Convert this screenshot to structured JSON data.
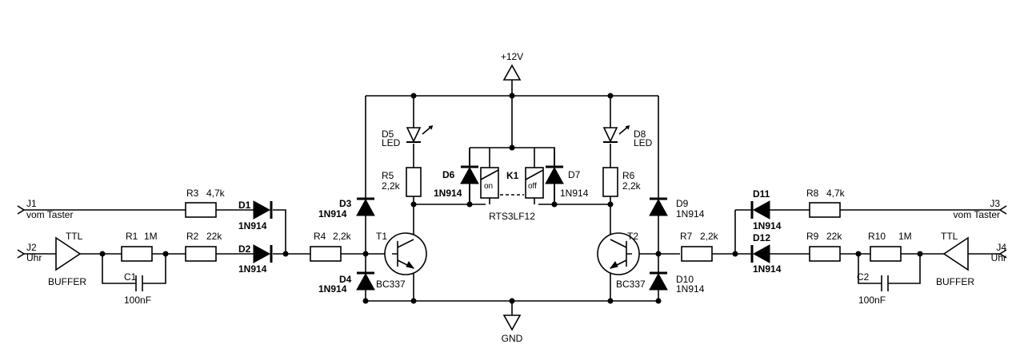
{
  "rails": {
    "vcc": "+12V",
    "gnd": "GND"
  },
  "connectors": {
    "j1": {
      "ref": "J1",
      "label": "vom Taster"
    },
    "j2": {
      "ref": "J2",
      "label": "Uhr"
    },
    "j3": {
      "ref": "J3",
      "label": "vom Taster"
    },
    "j4": {
      "ref": "J4",
      "label": "Uhr"
    }
  },
  "buffers": {
    "left": {
      "type": "TTL",
      "name": "BUFFER"
    },
    "right": {
      "type": "TTL",
      "name": "BUFFER"
    }
  },
  "resistors": {
    "r1": {
      "ref": "R1",
      "value": "1M"
    },
    "r2": {
      "ref": "R2",
      "value": "22k"
    },
    "r3": {
      "ref": "R3",
      "value": "4,7k"
    },
    "r4": {
      "ref": "R4",
      "value": "2,2k"
    },
    "r5": {
      "ref": "R5",
      "value": "2,2k"
    },
    "r6": {
      "ref": "R6",
      "value": "2,2k"
    },
    "r7": {
      "ref": "R7",
      "value": "2,2k"
    },
    "r8": {
      "ref": "R8",
      "value": "4,7k"
    },
    "r9": {
      "ref": "R9",
      "value": "22k"
    },
    "r10": {
      "ref": "R10",
      "value": "1M"
    }
  },
  "capacitors": {
    "c1": {
      "ref": "C1",
      "value": "100nF"
    },
    "c2": {
      "ref": "C2",
      "value": "100nF"
    }
  },
  "diodes": {
    "d1": {
      "ref": "D1",
      "type": "1N914"
    },
    "d2": {
      "ref": "D2",
      "type": "1N914"
    },
    "d3": {
      "ref": "D3",
      "type": "1N914"
    },
    "d4": {
      "ref": "D4",
      "type": "1N914"
    },
    "d6": {
      "ref": "D6",
      "type": "1N914"
    },
    "d7": {
      "ref": "D7",
      "type": "1N914"
    },
    "d9": {
      "ref": "D9",
      "type": "1N914"
    },
    "d10": {
      "ref": "D10",
      "type": "1N914"
    },
    "d11": {
      "ref": "D11",
      "type": "1N914"
    },
    "d12": {
      "ref": "D12",
      "type": "1N914"
    }
  },
  "leds": {
    "d5": {
      "ref": "D5",
      "type": "LED"
    },
    "d8": {
      "ref": "D8",
      "type": "LED"
    }
  },
  "transistors": {
    "t1": {
      "ref": "T1",
      "type": "BC337"
    },
    "t2": {
      "ref": "T2",
      "type": "BC337"
    }
  },
  "relay": {
    "ref": "K1",
    "type": "RTS3LF12",
    "coil_on": "on",
    "coil_off": "off"
  }
}
